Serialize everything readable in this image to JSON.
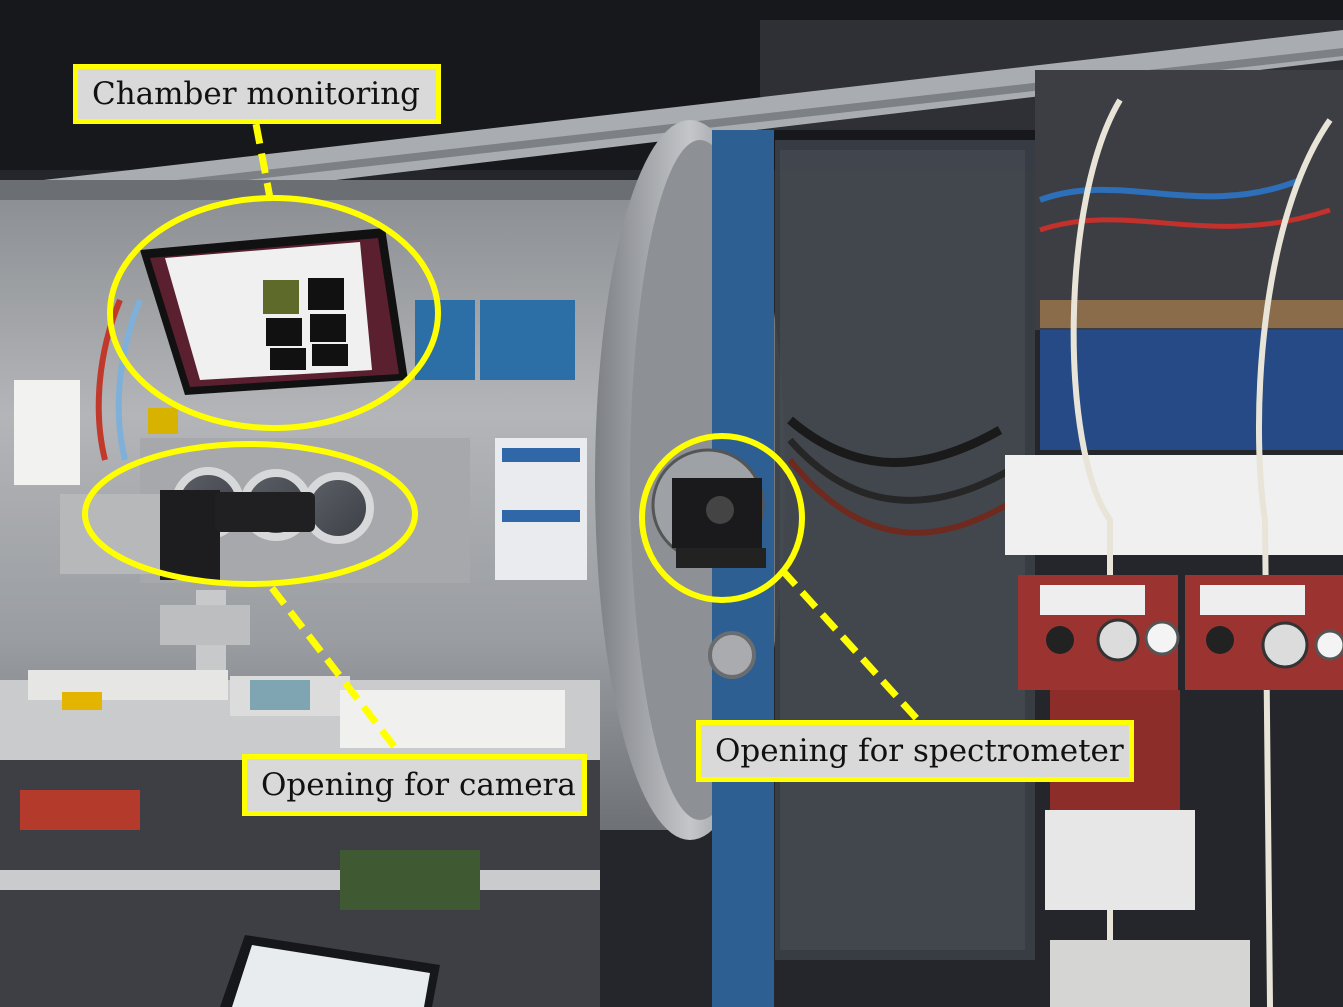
{
  "annotations": {
    "chamber_monitoring": "Chamber monitoring",
    "opening_camera": "Opening for camera",
    "opening_spectrometer": "Opening for spectrometer"
  },
  "colors": {
    "highlight": "#ffff00",
    "label_background": "#d9d9d9"
  }
}
